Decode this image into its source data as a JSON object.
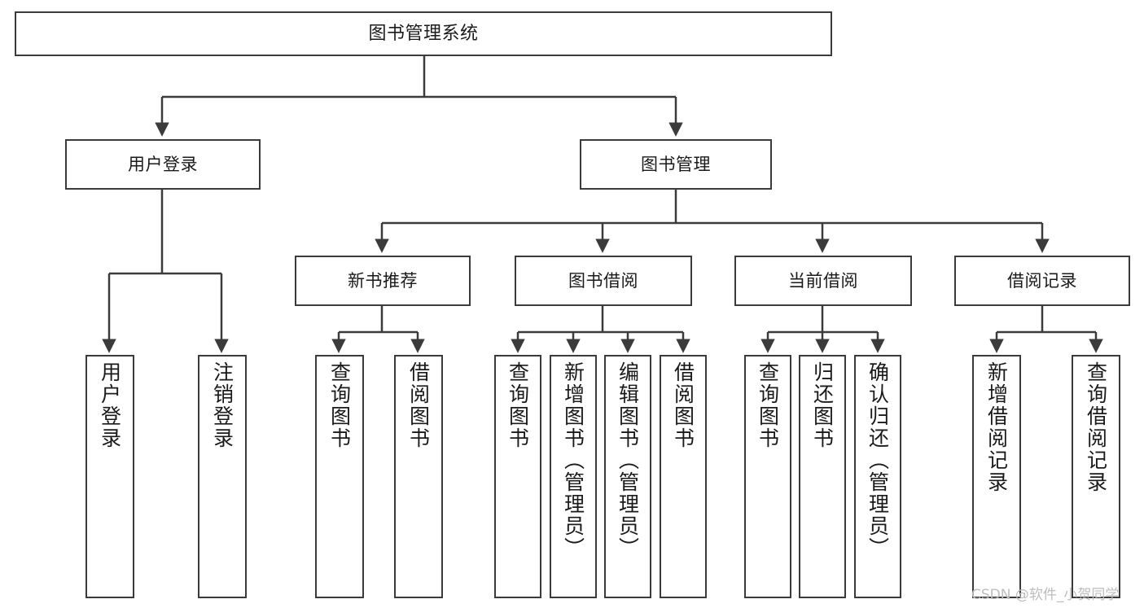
{
  "diagram": {
    "title": "图书管理系统",
    "type": "tree-hierarchy-chart",
    "watermark": "CSDN @软件_小贺同学",
    "colors": {
      "stroke": "#3b3b3b",
      "fill": "#ffffff",
      "text": "#1a1a1a",
      "watermark": "#bdbdbd"
    }
  },
  "nodes": {
    "root": {
      "label": "图书管理系统"
    },
    "level1": [
      {
        "id": "user-login",
        "label": "用户登录"
      },
      {
        "id": "book-manage",
        "label": "图书管理"
      }
    ],
    "level2": [
      {
        "id": "new-book-recommend",
        "label": "新书推荐"
      },
      {
        "id": "book-borrow",
        "label": "图书借阅"
      },
      {
        "id": "current-borrow",
        "label": "当前借阅"
      },
      {
        "id": "borrow-record",
        "label": "借阅记录"
      }
    ],
    "leaves": {
      "user_login": [
        {
          "id": "leaf-user-login",
          "label": "用户登录"
        },
        {
          "id": "leaf-logout-login",
          "label": "注销登录"
        }
      ],
      "new_book_recommend": [
        {
          "id": "leaf-query-book-1",
          "label": "查询图书"
        },
        {
          "id": "leaf-borrow-book-1",
          "label": "借阅图书"
        }
      ],
      "book_borrow": [
        {
          "id": "leaf-query-book-2",
          "label": "查询图书"
        },
        {
          "id": "leaf-add-book",
          "label": "新增图书（管理员）"
        },
        {
          "id": "leaf-edit-book",
          "label": "编辑图书（管理员）"
        },
        {
          "id": "leaf-borrow-book-2",
          "label": "借阅图书"
        }
      ],
      "current_borrow": [
        {
          "id": "leaf-query-book-3",
          "label": "查询图书"
        },
        {
          "id": "leaf-return-book",
          "label": "归还图书"
        },
        {
          "id": "leaf-confirm-return",
          "label": "确认归还（管理员）"
        }
      ],
      "borrow_record": [
        {
          "id": "leaf-add-record",
          "label": "新增借阅记录"
        },
        {
          "id": "leaf-query-record",
          "label": "查询借阅记录"
        }
      ]
    }
  }
}
